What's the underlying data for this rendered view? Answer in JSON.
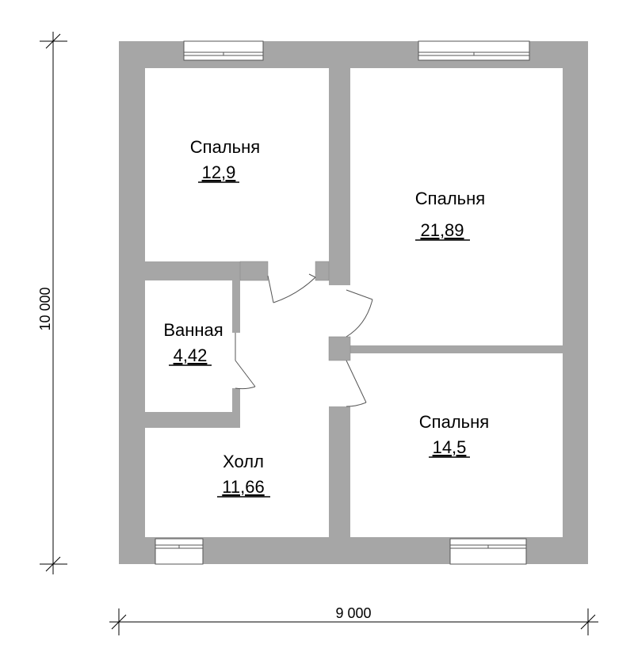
{
  "rooms": {
    "bedroom_top_left": {
      "name": "Спальня",
      "area": "12,9"
    },
    "bedroom_top_right": {
      "name": "Спальня",
      "area": "21,89"
    },
    "bathroom": {
      "name": "Ванная",
      "area": "4,42"
    },
    "hall": {
      "name": "Холл",
      "area": "11,66"
    },
    "bedroom_bottom_right": {
      "name": "Спальня",
      "area": "14,5"
    }
  },
  "dimensions": {
    "width": "9 000",
    "height": "10 000"
  },
  "colors": {
    "wall": "#a6a6a6",
    "background": "#ffffff",
    "line": "#000000"
  }
}
